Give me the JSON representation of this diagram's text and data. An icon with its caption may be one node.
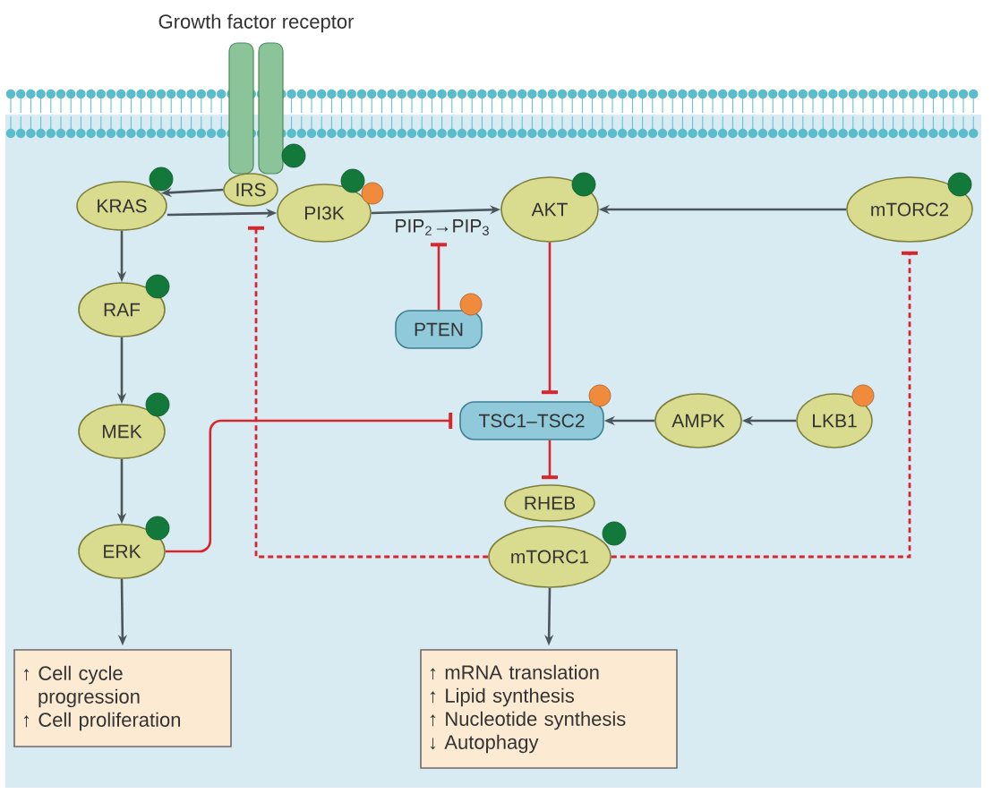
{
  "diagram": {
    "nodes": [
      {
        "text": [
          "Growth factor receptor"
        ]
      },
      {
        "text": [
          "KRAS"
        ]
      },
      {
        "text": [
          "IRS"
        ]
      },
      {
        "text": [
          "PI3K"
        ]
      },
      {
        "text": [
          "PIP$_{2}$→PIP$_{3}$"
        ]
      },
      {
        "text": [
          "AKT"
        ]
      },
      {
        "text": [
          "mTORC2"
        ]
      },
      {
        "text": [
          "RAF"
        ]
      },
      {
        "text": [
          "PTEN"
        ]
      },
      {
        "text": [
          "MEK"
        ]
      },
      {
        "text": [
          "TSC1–TSC2"
        ]
      },
      {
        "text": [
          "AMPK"
        ]
      },
      {
        "text": [
          "LKB1"
        ]
      },
      {
        "text": [
          "RHEB"
        ]
      },
      {
        "text": [
          "ERK"
        ]
      },
      {
        "text": [
          "mTORC1"
        ]
      },
      {
        "text": [
          "↑ Cell cycle progression",
          "↑ Cell proliferation"
        ]
      },
      {
        "text": [
          "↑ mRNA translation",
          "↑ Lipid synthesis",
          "↑ Nucleotide synthesis",
          "↓ Autophagy"
        ]
      }
    ],
    "edges": [
      {
        "from": 2,
        "to": 1,
        "arrow": "to"
      },
      {
        "from": 1,
        "to": 3,
        "arrow": "to"
      },
      {
        "from": 3,
        "to": 5,
        "arrow": "to"
      },
      {
        "from": 6,
        "to": 5,
        "arrow": "to"
      },
      {
        "from": 1,
        "to": 7,
        "arrow": "to"
      },
      {
        "from": 7,
        "to": 9,
        "arrow": "to"
      },
      {
        "from": 9,
        "to": 14,
        "arrow": "to"
      },
      {
        "from": 14,
        "to": 16,
        "arrow": "to"
      },
      {
        "from": 8,
        "to": 4,
        "arrow": "other",
        "color": "#d7262e"
      },
      {
        "from": 5,
        "to": 10,
        "arrow": "other",
        "color": "#d7262e"
      },
      {
        "from": 14,
        "to": 10,
        "arrow": "other",
        "color": "#d7262e"
      },
      {
        "from": 12,
        "to": 11,
        "arrow": "to"
      },
      {
        "from": 11,
        "to": 10,
        "arrow": "to"
      },
      {
        "from": 10,
        "to": 13,
        "arrow": "other",
        "color": "#d7262e"
      },
      {
        "from": 15,
        "to": 2,
        "arrow": "other",
        "style": "dashed",
        "color": "#d7262e"
      },
      {
        "from": 15,
        "to": 6,
        "arrow": "other",
        "style": "dashed",
        "color": "#d7262e"
      },
      {
        "from": 15,
        "to": 17,
        "arrow": "to"
      }
    ]
  }
}
